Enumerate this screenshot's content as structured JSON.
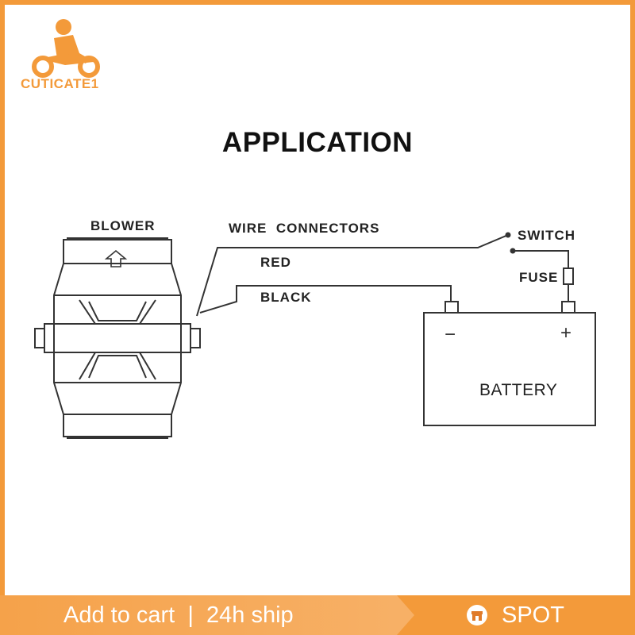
{
  "brand": {
    "name": "CUTICATE1",
    "logo_icon": "motorcycle-rider-icon",
    "color": "#f39a3a"
  },
  "diagram": {
    "title": "APPLICATION",
    "labels": {
      "blower": "BLOWER",
      "wire_connectors": "WIRE  CONNECTORS",
      "red": "RED",
      "black": "BLACK",
      "switch": "SWITCH",
      "fuse": "FUSE",
      "battery": "BATTERY",
      "minus": "−",
      "plus": "+"
    }
  },
  "bottom_bar": {
    "left_text": "Add to cart  |  24h ship",
    "right_icon": "store-icon",
    "right_text": "SPOT",
    "color": "#f39a3a"
  }
}
